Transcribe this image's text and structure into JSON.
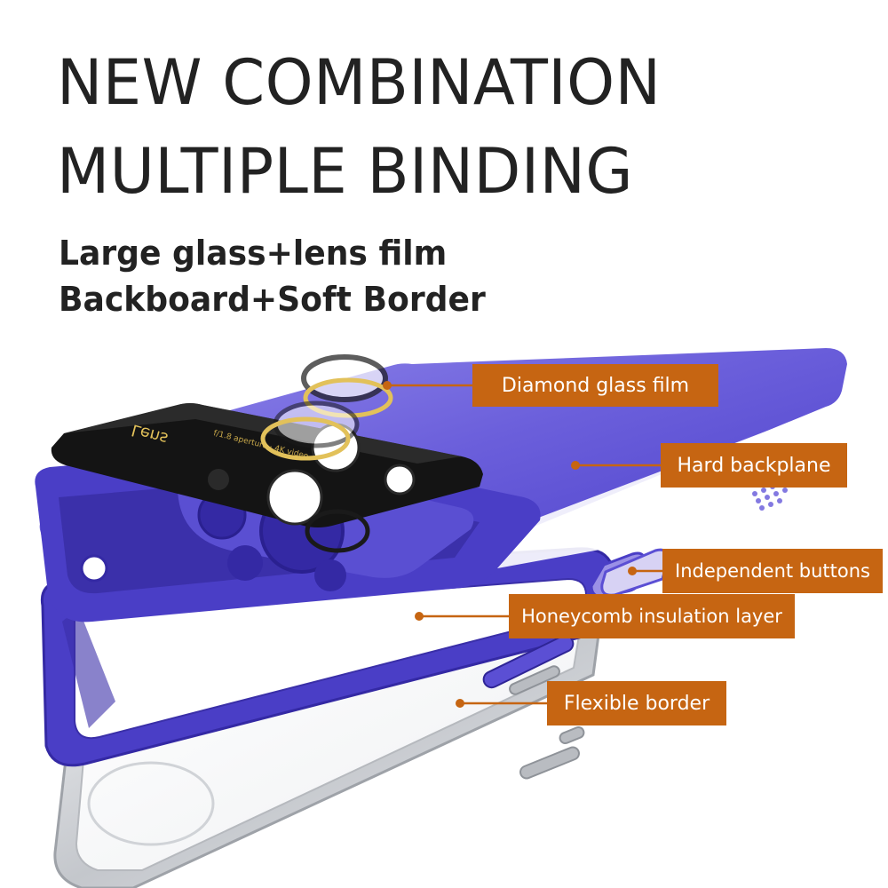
{
  "headline": {
    "line1": "NEW COMBINATION",
    "line2": "MULTIPLE BINDING"
  },
  "subheadline": {
    "line1": "Large glass+lens film",
    "line2": "Backboard+Soft Border"
  },
  "lens_plate": {
    "brand_text": "Lens",
    "small_text": "f/1.8 aperture · 4K video"
  },
  "callouts": [
    {
      "label": "Diamond glass film"
    },
    {
      "label": "Hard backplane"
    },
    {
      "label": "Independent buttons"
    },
    {
      "label": "Honeycomb insulation layer"
    },
    {
      "label": "Flexible border"
    }
  ],
  "colors": {
    "case_purple": "#4a3ec6",
    "case_purple_light": "#7f73e2",
    "case_purple_dark": "#3a2fa8",
    "callout_orange": "#c66512",
    "text": "#222222",
    "lens_plate": "#141414",
    "gold_ring": "#e2c15a",
    "phone_silver": "#c9ccd0"
  }
}
